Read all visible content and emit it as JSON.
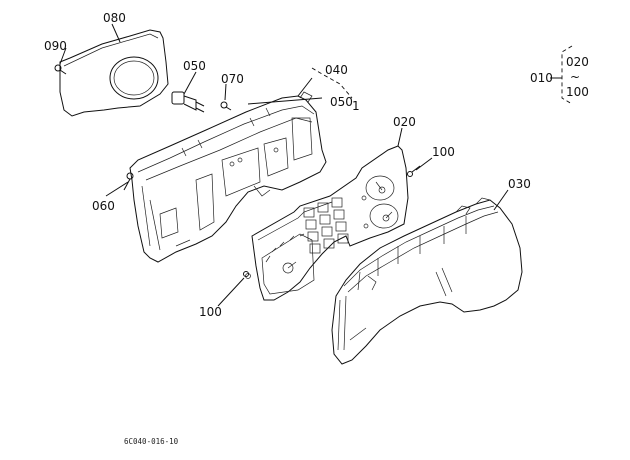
{
  "callouts": {
    "c080": "080",
    "c090": "090",
    "c050": "050",
    "c070": "070",
    "c040": "040",
    "c0501": "050",
    "c0501_suffix": "1",
    "c020": "020",
    "c100a": "100",
    "c030": "030",
    "c060": "060",
    "c100b": "100"
  },
  "legend": {
    "left": "010",
    "top": "020",
    "tilde": "~",
    "bottom": "100"
  },
  "footer": "6C040-016-10"
}
